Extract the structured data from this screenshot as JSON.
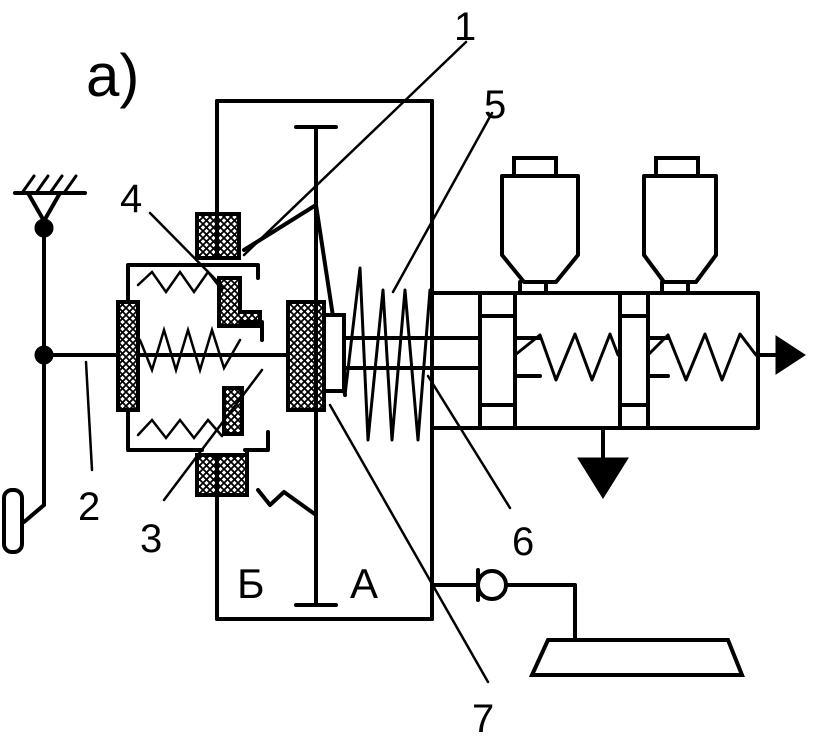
{
  "figure_label": "а)",
  "callouts": {
    "n1": "1",
    "n2": "2",
    "n3": "3",
    "n4": "4",
    "n5": "5",
    "n6": "6",
    "n7": "7"
  },
  "chambers": {
    "b": "Б",
    "a": "А"
  },
  "colors": {
    "ink": "#000000",
    "background": "#ffffff"
  }
}
